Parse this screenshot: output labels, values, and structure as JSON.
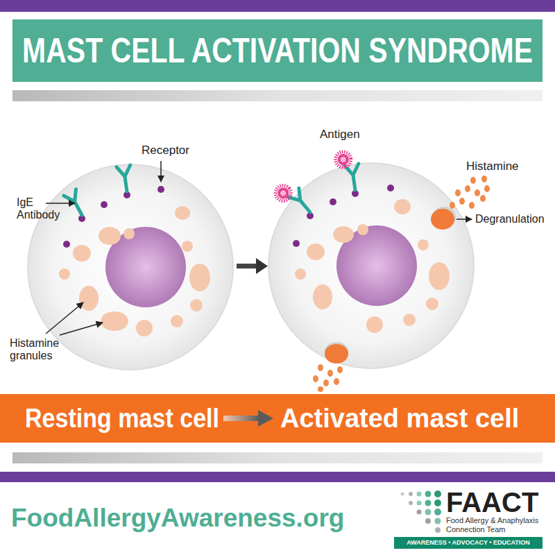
{
  "diagram": {
    "title": "MAST CELL ACTIVATION SYNDROME",
    "nodes": [
      {
        "text": [
          "Resting mast cell",
          "Activated mast cell"
        ]
      },
      {
        "text": [
          "AWARENESS • ADVOCACY • EDUCATION"
        ]
      }
    ],
    "labels": [
      "Receptor",
      "IgE Antibody",
      "Histamine granules",
      "Antigen",
      "Histamine",
      "Degranulation",
      "FoodAllergyAwareness.org",
      "FAACT",
      "Food Allergy & Anaphylaxis Connection Team"
    ]
  }
}
